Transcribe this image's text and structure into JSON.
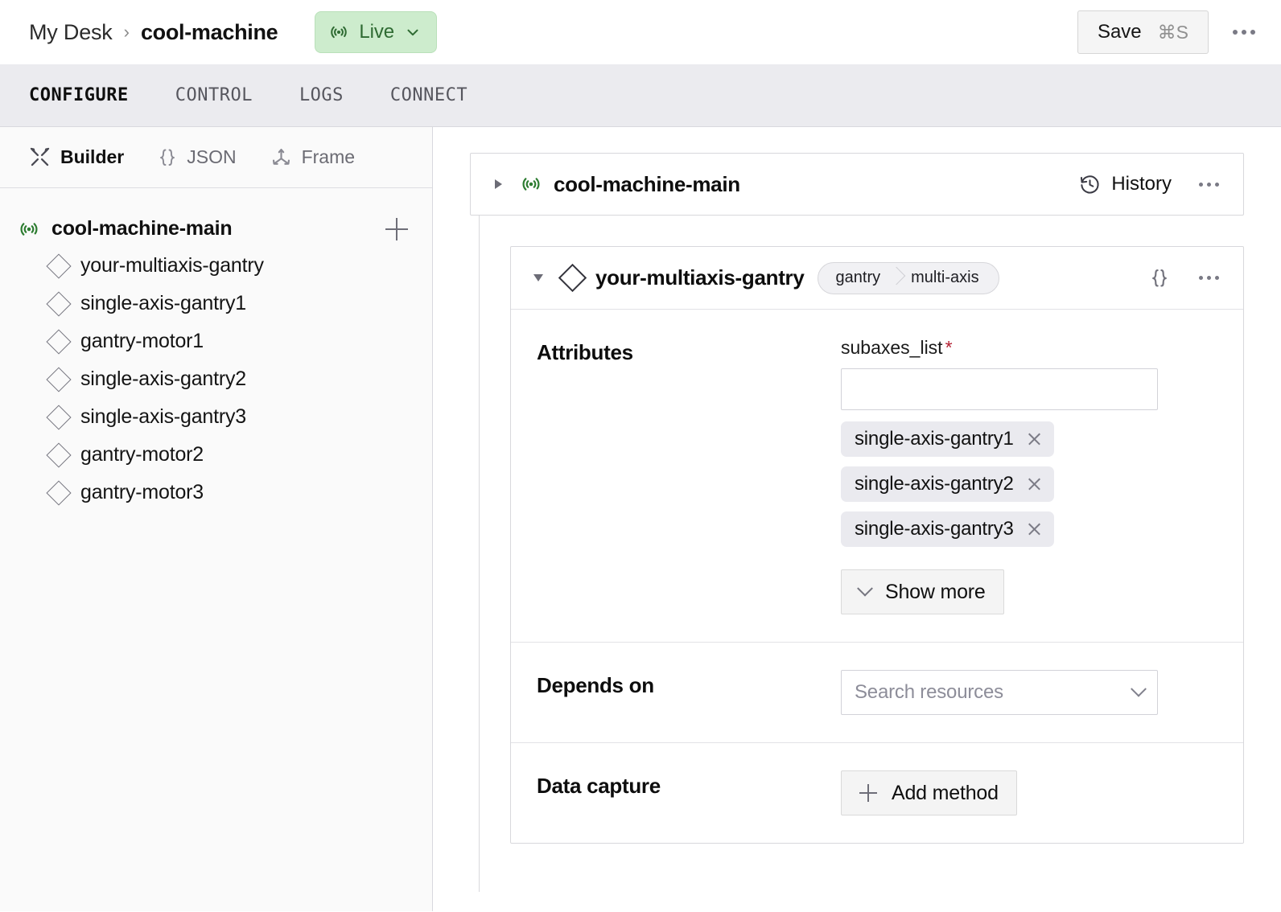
{
  "topbar": {
    "breadcrumb_root": "My Desk",
    "breadcrumb_separator": "›",
    "breadcrumb_current": "cool-machine",
    "status_badge": {
      "label": "Live",
      "icon": "broadcast-icon",
      "bg_color": "#cdeccd",
      "text_color": "#2f6b33"
    },
    "save_label": "Save",
    "save_shortcut": "⌘S",
    "overflow_icon": "kebab-icon"
  },
  "tabs": [
    {
      "label": "CONFIGURE",
      "active": true
    },
    {
      "label": "CONTROL",
      "active": false
    },
    {
      "label": "LOGS",
      "active": false
    },
    {
      "label": "CONNECT",
      "active": false
    }
  ],
  "sidebar": {
    "modes": [
      {
        "label": "Builder",
        "icon": "tools-icon",
        "active": true
      },
      {
        "label": "JSON",
        "icon": "braces-icon",
        "active": false
      },
      {
        "label": "Frame",
        "icon": "axes-icon",
        "active": false
      }
    ],
    "tree_root": {
      "label": "cool-machine-main",
      "icon": "broadcast-icon",
      "add_icon": "plus-icon"
    },
    "tree_items": [
      {
        "label": "your-multiaxis-gantry",
        "icon": "diamond-icon"
      },
      {
        "label": "single-axis-gantry1",
        "icon": "diamond-icon"
      },
      {
        "label": "gantry-motor1",
        "icon": "diamond-icon"
      },
      {
        "label": "single-axis-gantry2",
        "icon": "diamond-icon"
      },
      {
        "label": "single-axis-gantry3",
        "icon": "diamond-icon"
      },
      {
        "label": "gantry-motor2",
        "icon": "diamond-icon"
      },
      {
        "label": "gantry-motor3",
        "icon": "diamond-icon"
      }
    ]
  },
  "main": {
    "machine_card": {
      "title": "cool-machine-main",
      "expand_icon": "chevron-right-icon",
      "machine_icon": "broadcast-icon",
      "history_label": "History",
      "history_icon": "clock-history-icon",
      "overflow_icon": "kebab-icon"
    },
    "component_card": {
      "collapse_icon": "chevron-down-icon",
      "component_icon": "diamond-icon",
      "title": "your-multiaxis-gantry",
      "type_pill": {
        "api": "gantry",
        "model": "multi-axis"
      },
      "json_icon": "braces-icon",
      "overflow_icon": "kebab-icon",
      "rows": [
        {
          "label": "Attributes",
          "field_label": "subaxes_list",
          "required_marker": "*",
          "input_value": "",
          "input_placeholder": "",
          "chips": [
            {
              "label": "single-axis-gantry1",
              "remove_icon": "close-icon"
            },
            {
              "label": "single-axis-gantry2",
              "remove_icon": "close-icon"
            },
            {
              "label": "single-axis-gantry3",
              "remove_icon": "close-icon"
            }
          ],
          "show_more_label": "Show more",
          "show_more_icon": "chevron-down-icon"
        },
        {
          "label": "Depends on",
          "select_placeholder": "Search resources",
          "select_icon": "chevron-down-icon"
        },
        {
          "label": "Data capture",
          "add_method_label": "Add method",
          "add_method_icon": "plus-icon"
        }
      ]
    }
  }
}
